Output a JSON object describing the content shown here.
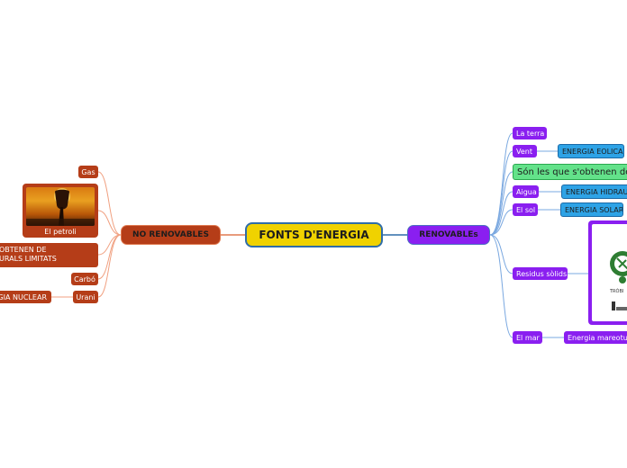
{
  "central": {
    "label": "FONTS D'ENERGIA"
  },
  "renovables": {
    "label": "RENOVABLEs",
    "items": [
      {
        "label": "La terra"
      },
      {
        "label": "Vent",
        "child": "ENERGIA EOLICA"
      },
      {
        "label": "Són les que s'obtenen de fo"
      },
      {
        "label": "Aigua",
        "child": "ENERGIA HIDRAUL"
      },
      {
        "label": "El sol",
        "child": "ENERGIA SOLAR"
      },
      {
        "label": "Residus sòlids"
      },
      {
        "label": "El mar",
        "child": "Energia mareotu"
      }
    ],
    "card_caption": "TRÓBI"
  },
  "no_renovables": {
    "label": "NO RENOVABLES",
    "items": [
      {
        "label": "Gas"
      },
      {
        "label": "El petroli"
      },
      {
        "label": "OBTENEN DE",
        "label2": "URALS LIMITATS"
      },
      {
        "label": "Carbó"
      },
      {
        "label": "Urani",
        "child": "GIA NUCLEAR"
      }
    ]
  },
  "colors": {
    "central": "#f0d200",
    "renovables": "#8a1ff0",
    "no_renovables": "#b53d18",
    "energy_child": "#2ea3e6",
    "definition": "#63e28a"
  }
}
